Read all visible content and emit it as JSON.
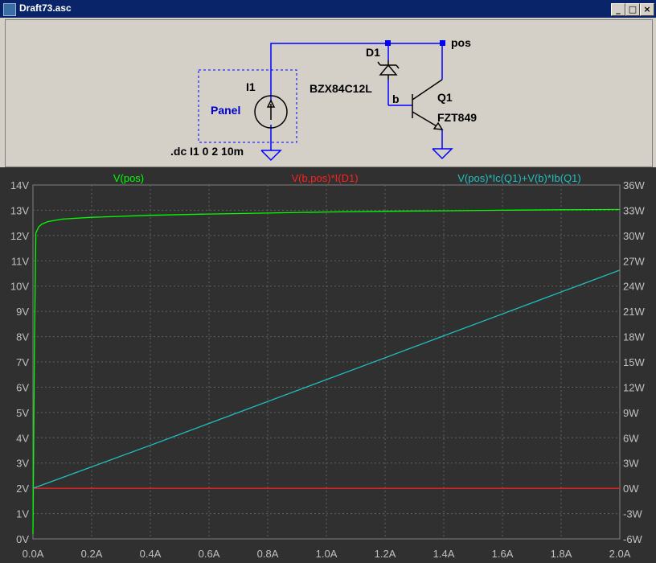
{
  "window": {
    "title": "Draft73.asc",
    "buttons": [
      "_",
      "□",
      "×"
    ]
  },
  "schematic": {
    "net_pos": "pos",
    "d1_ref": "D1",
    "d1_part": "BZX84C12L",
    "i1_ref": "I1",
    "i1_value": "Panel",
    "net_b": "b",
    "q1_ref": "Q1",
    "q1_part": "FZT849",
    "directive": ".dc I1 0 2 10m"
  },
  "colors": {
    "plot_bg": "#303030",
    "grid": "#606060",
    "axis_text": "#c0c0c0",
    "trace_green": "#00ff00",
    "trace_red": "#ff2020",
    "trace_cyan": "#20c0c0",
    "wire": "#0000ff",
    "component": "#000000"
  },
  "chart_data": {
    "type": "line",
    "xlabel": "",
    "x_ticks": [
      "0.0A",
      "0.2A",
      "0.4A",
      "0.6A",
      "0.8A",
      "1.0A",
      "1.2A",
      "1.4A",
      "1.6A",
      "1.8A",
      "2.0A"
    ],
    "xlim": [
      0,
      2
    ],
    "left_axis": {
      "ticks": [
        "0V",
        "1V",
        "2V",
        "3V",
        "4V",
        "5V",
        "6V",
        "7V",
        "8V",
        "9V",
        "10V",
        "11V",
        "12V",
        "13V",
        "14V"
      ],
      "ylim": [
        0,
        14
      ]
    },
    "right_axis": {
      "ticks": [
        "-6W",
        "-3W",
        "0W",
        "3W",
        "6W",
        "9W",
        "12W",
        "15W",
        "18W",
        "21W",
        "24W",
        "27W",
        "30W",
        "33W",
        "36W"
      ],
      "ylim": [
        -6,
        36
      ]
    },
    "grid": true,
    "series": [
      {
        "name": "V(pos)",
        "axis": "left",
        "color": "#00ff00",
        "x": [
          0,
          0.005,
          0.01,
          0.02,
          0.03,
          0.05,
          0.1,
          0.2,
          0.4,
          0.6,
          0.8,
          1.0,
          1.2,
          1.4,
          1.6,
          1.8,
          2.0
        ],
        "y": [
          0.2,
          7.5,
          12.1,
          12.35,
          12.45,
          12.55,
          12.65,
          12.72,
          12.8,
          12.85,
          12.89,
          12.93,
          12.96,
          12.98,
          13.0,
          13.02,
          13.03
        ]
      },
      {
        "name": "V(b,pos)*I(D1)",
        "axis": "right",
        "color": "#ff2020",
        "x": [
          0,
          2.0
        ],
        "y": [
          0,
          0
        ]
      },
      {
        "name": "V(pos)*Ic(Q1)+V(b)*Ib(Q1)",
        "axis": "right",
        "color": "#20c0c0",
        "x": [
          0,
          0.4,
          0.8,
          1.2,
          1.6,
          2.0
        ],
        "y": [
          0,
          5.1,
          10.3,
          15.5,
          20.7,
          25.9
        ]
      }
    ]
  }
}
